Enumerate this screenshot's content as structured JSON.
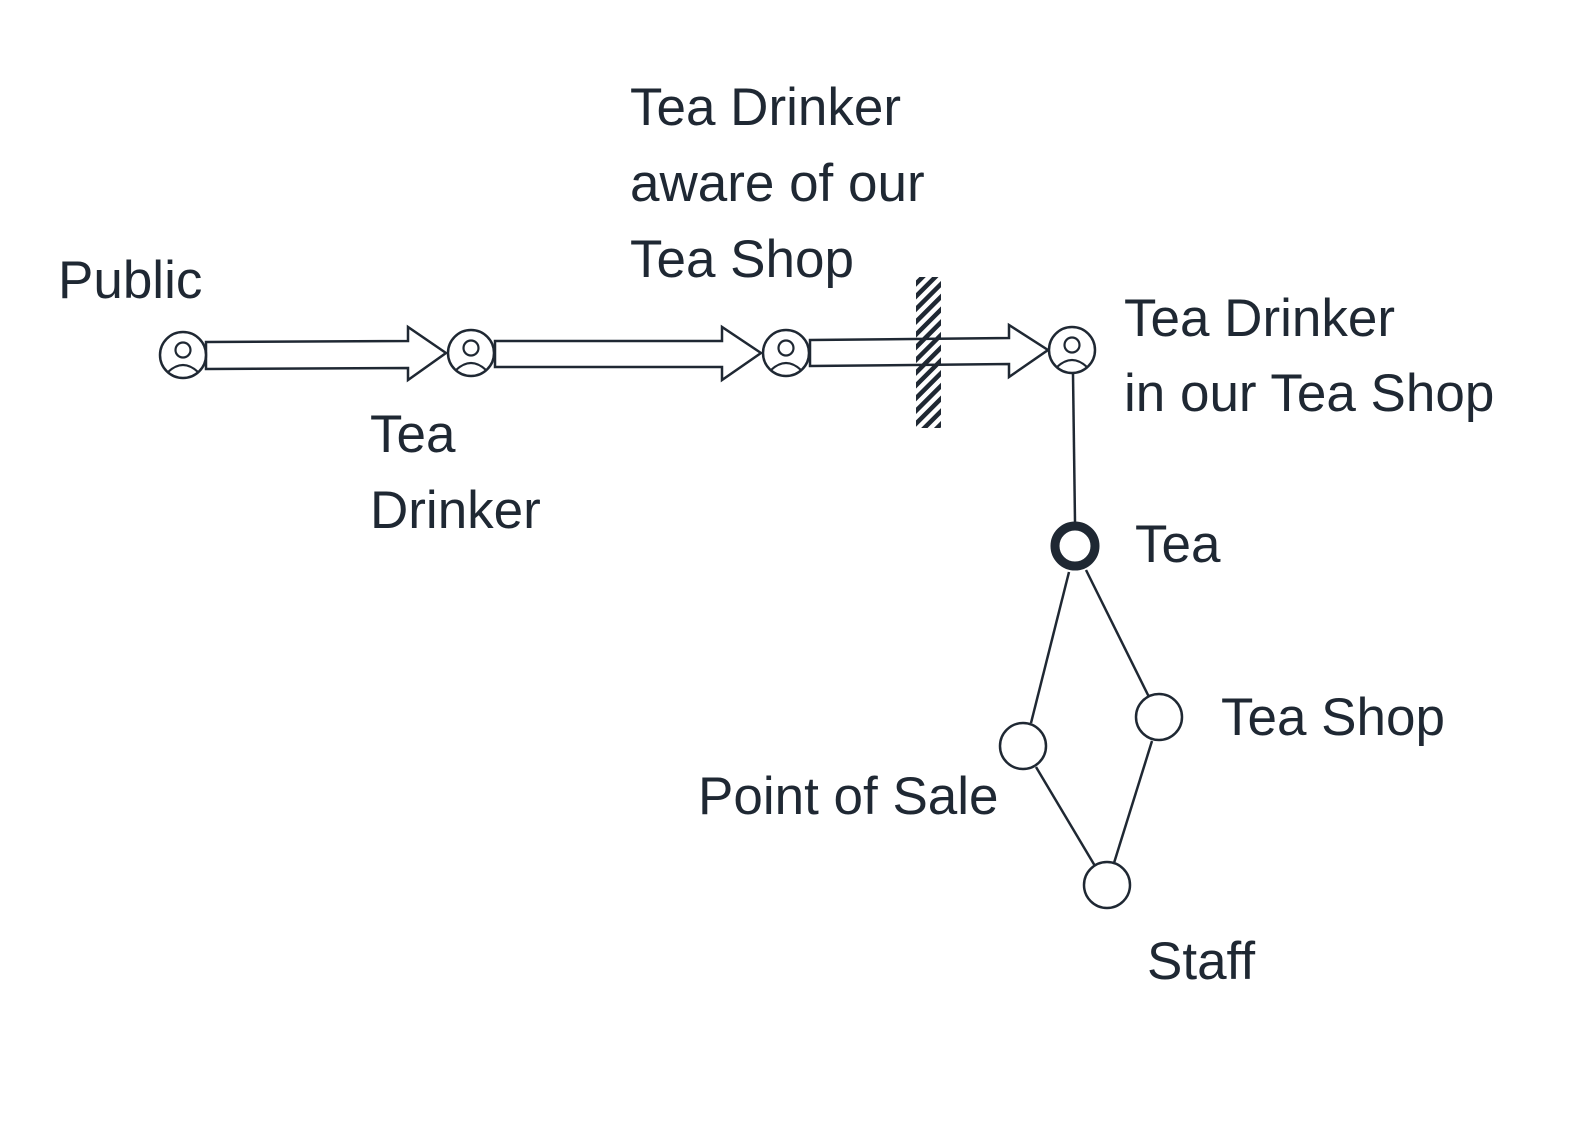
{
  "labels": {
    "public": "Public",
    "tea_drinker": [
      "Tea",
      "Drinker"
    ],
    "aware": [
      "Tea Drinker",
      "aware of our",
      "Tea Shop"
    ],
    "in_shop": [
      "Tea Drinker",
      "in our Tea Shop"
    ],
    "tea": "Tea",
    "tea_shop": "Tea Shop",
    "point_of_sale": "Point of Sale",
    "staff": "Staff"
  },
  "colors": {
    "ink": "#1f2833",
    "background": "#ffffff"
  },
  "icons": {
    "stage": "person-circle-icon",
    "barrier": "hatched-barrier-icon"
  }
}
